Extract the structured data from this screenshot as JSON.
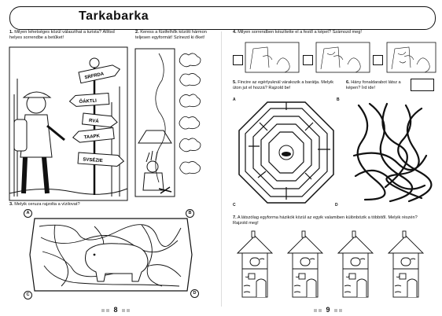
{
  "title": "Tarkabarka",
  "left_page": {
    "q1": {
      "num": "1.",
      "text": "Milyen lehetséges közül választhat a turista? Állítsd helyes sorrendbe a betűket!"
    },
    "q2": {
      "num": "2.",
      "text": "Keress a füstfelhők között hármon teljesen egyformát! Színezd ki őket!"
    },
    "q3": {
      "num": "3.",
      "text": "Melyik ceruza rajzolta a vízilovat?"
    },
    "signs": [
      "SRFRDA",
      "ŐÁKTLI",
      "RVÁ",
      "TAAPK",
      "SVSÉZIE"
    ],
    "pencils": [
      "A",
      "B",
      "C",
      "D"
    ],
    "page_number": "8"
  },
  "right_page": {
    "q4": {
      "num": "4.",
      "text": "Milyen sorrendben készítette el a festő a képet? Számozd meg!"
    },
    "q5": {
      "num": "5.",
      "text": "Fincire az egérlyuknál várakozik a barátja. Melyik úton jut el hozzá? Rajzold be!"
    },
    "q6": {
      "num": "6.",
      "text": "Hány fonaldarabot látsz a képen? Írd ide!"
    },
    "q7": {
      "num": "7.",
      "text": "A látszólag egyforma házikók közül az egyik valamiben különbözik a többitől. Melyik részén? Rajzold meg!"
    },
    "maze_labels": [
      "A",
      "B",
      "C",
      "D"
    ],
    "page_number": "9"
  }
}
